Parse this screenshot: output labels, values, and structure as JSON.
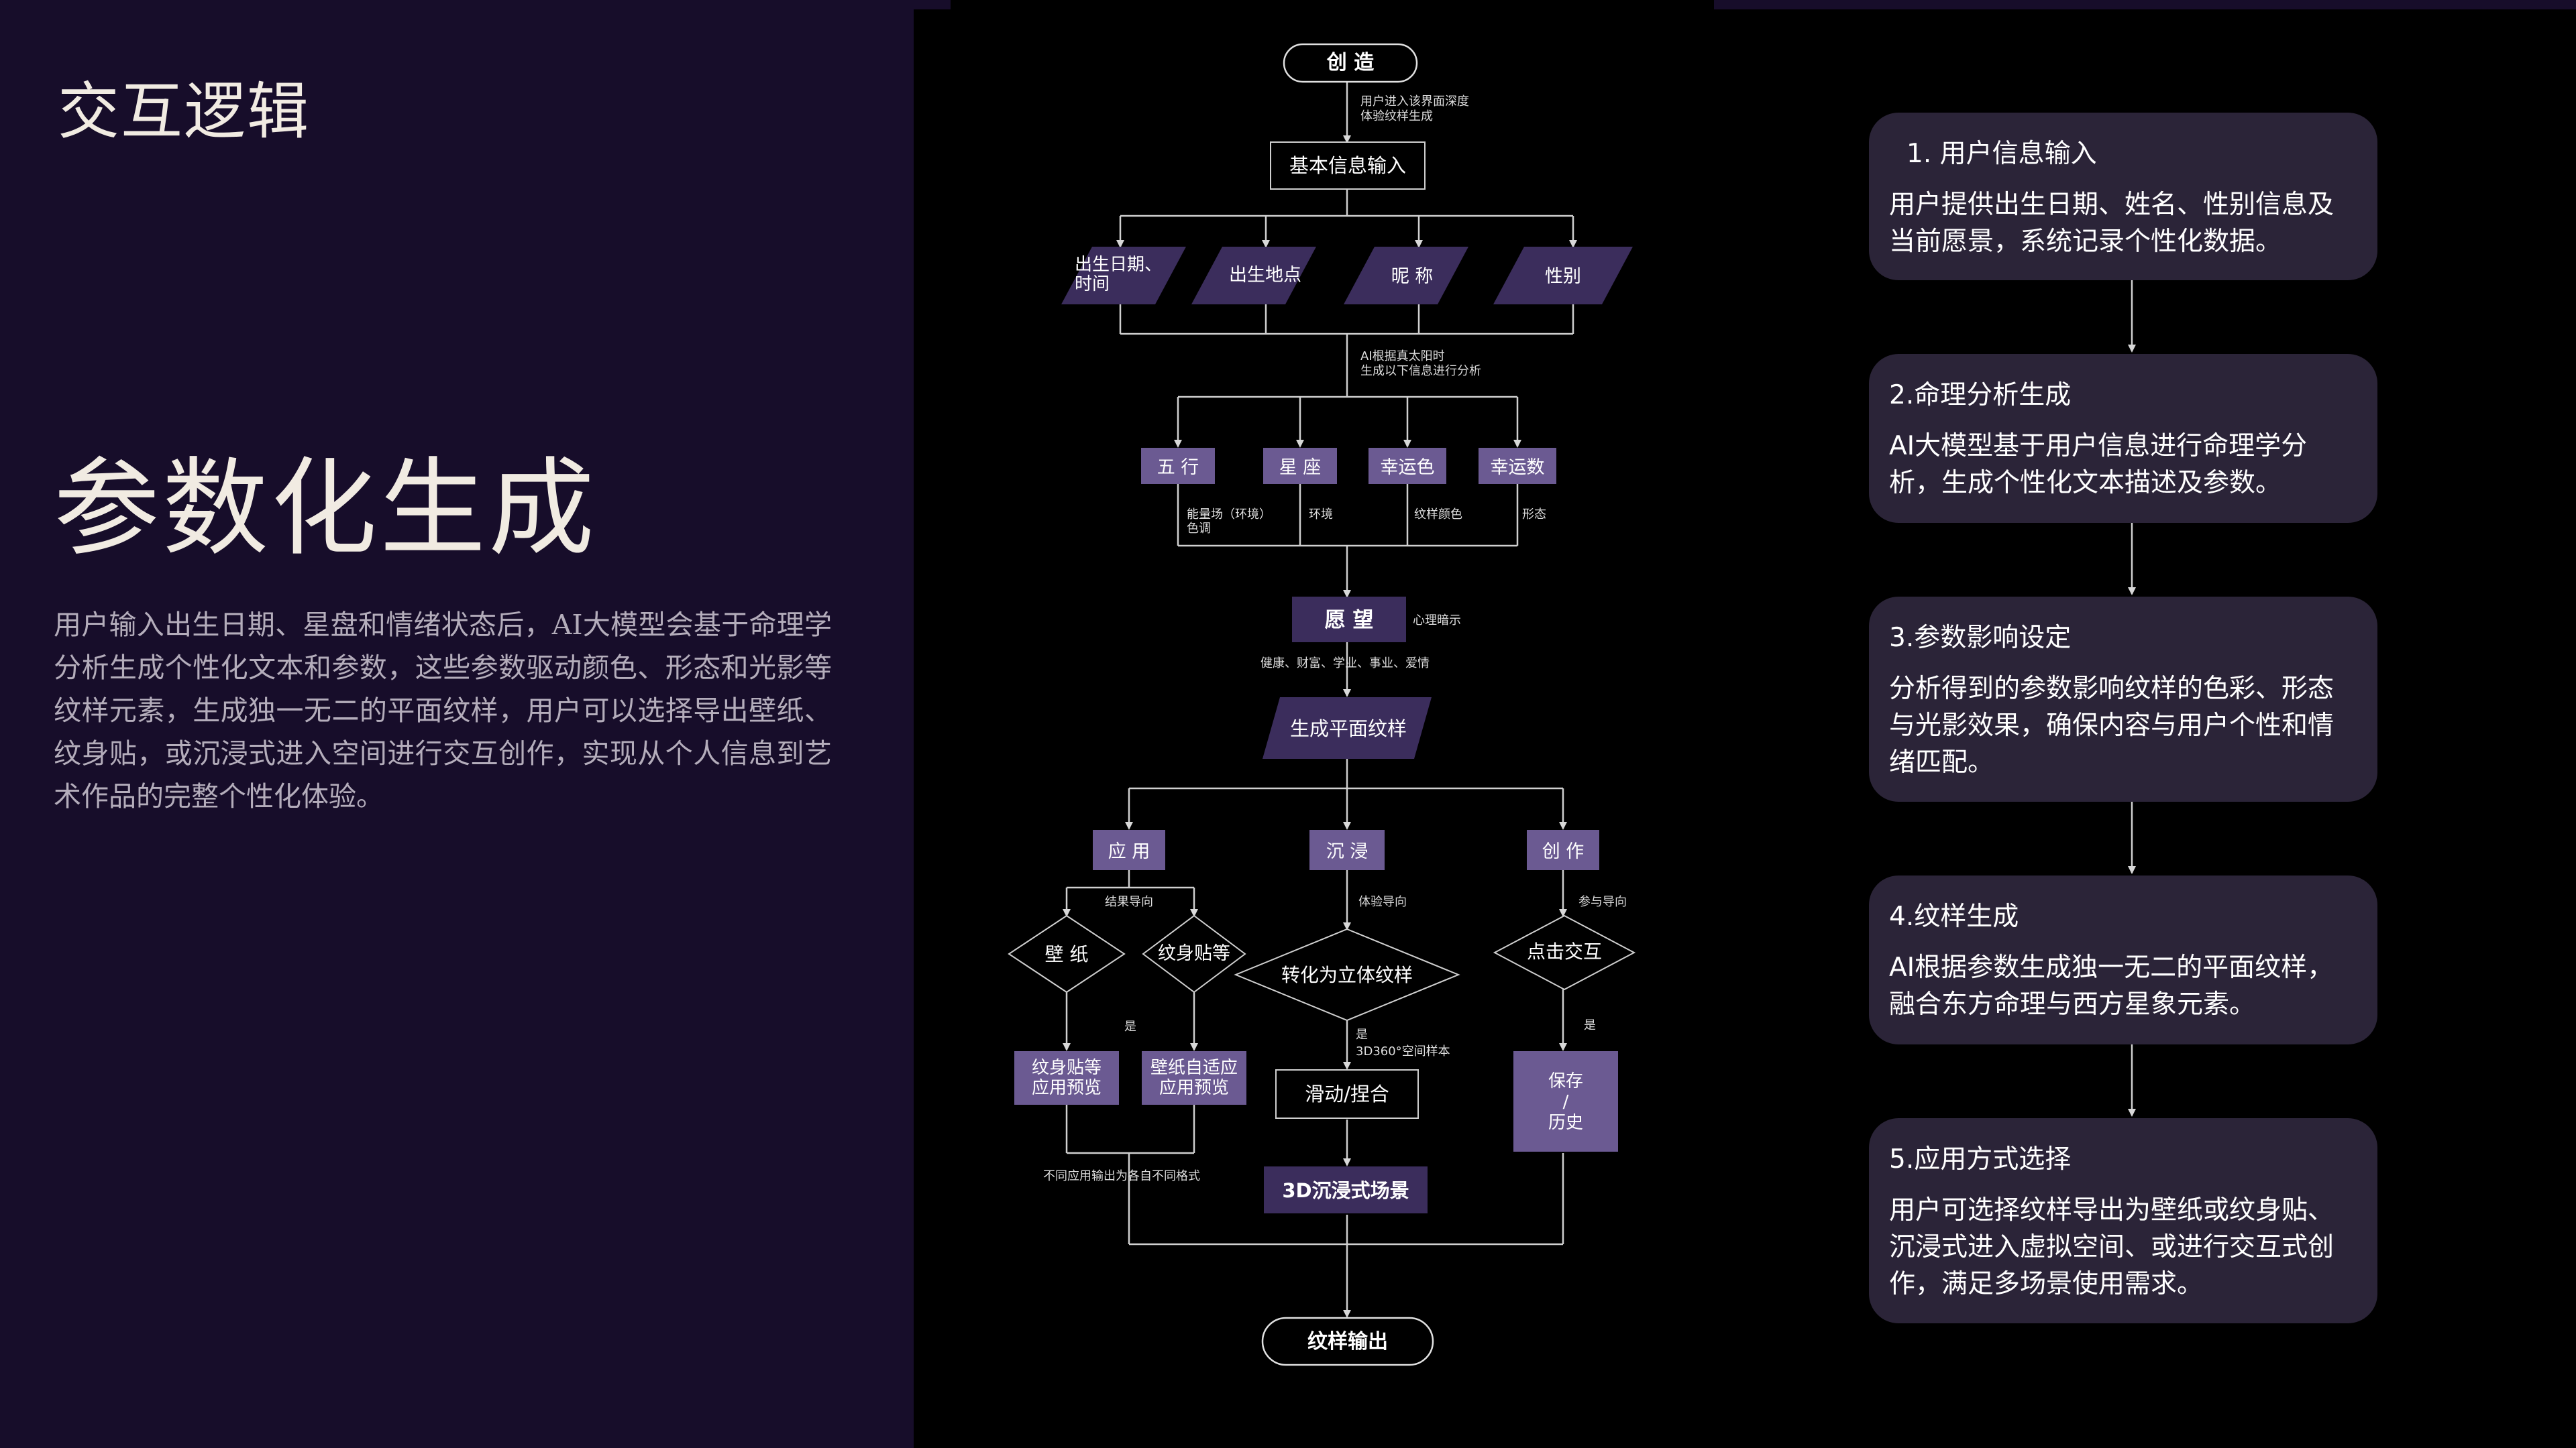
{
  "section_title": "交互逻辑",
  "main_heading": "参数化生成",
  "description": "用户输入出生日期、星盘和情绪状态后，AI大模型会基于命理学分析生成个性化文本和参数，这些参数驱动颜色、形态和光影等纹样元素，生成独一无二的平面纹样，用户可以选择导出壁纸、纹身贴，或沉浸式进入空间进行交互创作，实现从个人信息到艺术作品的完整个性化体验。",
  "colors": {
    "left_panel": "#170d2a",
    "accent_purple": "#6b5a92",
    "dark_purple": "#3b2d5c",
    "card_bg": "#2b2438",
    "heading_text": "#f1ebe2"
  },
  "flowchart": {
    "start": "创 造",
    "note_enter_line1": "用户进入该界面深度",
    "note_enter_line2": "体验纹样生成",
    "basic_info": "基本信息输入",
    "inputs": {
      "birth_line1": "出生日期、",
      "birth_line2": "时间",
      "birthplace": "出生地点",
      "nickname": "昵 称",
      "gender": "性别"
    },
    "note_ai_line1": "AI根据真太阳时",
    "note_ai_line2": "生成以下信息进行分析",
    "params": {
      "wuxing": "五 行",
      "xingzuo": "星 座",
      "lucky_color": "幸运色",
      "lucky_number": "幸运数"
    },
    "param_notes": {
      "energy_line1": "能量场（环境）",
      "energy_line2": "色调",
      "environment": "环境",
      "pattern_color": "纹样颜色",
      "form": "形态"
    },
    "wish": "愿 望",
    "wish_note": "心理暗示",
    "wish_examples": "健康、财富、学业、事业、爱情",
    "generate": "生成平面纹样",
    "branches": {
      "apply": "应 用",
      "immerse": "沉 浸",
      "create": "创 作"
    },
    "branch_notes": {
      "result": "结果导向",
      "experience": "体验导向",
      "participation": "参与导向"
    },
    "decisions": {
      "wallpaper": "壁 纸",
      "tattoo": "纹身贴等",
      "to3d": "转化为立体纹样",
      "click": "点击交互"
    },
    "yes_label": "是",
    "note_3d": "3D360°空间样本",
    "results": {
      "tattoo_preview_line1": "纹身贴等",
      "tattoo_preview_line2": "应用预览",
      "wallpaper_preview_line1": "壁纸自适应",
      "wallpaper_preview_line2": "应用预览",
      "slide": "滑动/捏合",
      "save_line1": "保存",
      "save_line2": "/",
      "save_line3": "历史"
    },
    "note_formats": "不同应用输出为各自不同格式",
    "scene_3d": "3D沉浸式场景",
    "end": "纹样输出"
  },
  "steps": [
    {
      "title": "1. 用户信息输入",
      "body": "用户提供出生日期、姓名、性别信息及当前愿景，系统记录个性化数据。"
    },
    {
      "title": "2.命理分析生成",
      "body": "AI大模型基于用户信息进行命理学分析，生成个性化文本描述及参数。"
    },
    {
      "title": "3.参数影响设定",
      "body": "分析得到的参数影响纹样的色彩、形态与光影效果，确保内容与用户个性和情绪匹配。"
    },
    {
      "title": "4.纹样生成",
      "body": "AI根据参数生成独一无二的平面纹样，融合东方命理与西方星象元素。"
    },
    {
      "title": "5.应用方式选择",
      "body": "用户可选择纹样导出为壁纸或纹身贴、沉浸式进入虚拟空间、或进行交互式创作，满足多场景使用需求。"
    }
  ]
}
